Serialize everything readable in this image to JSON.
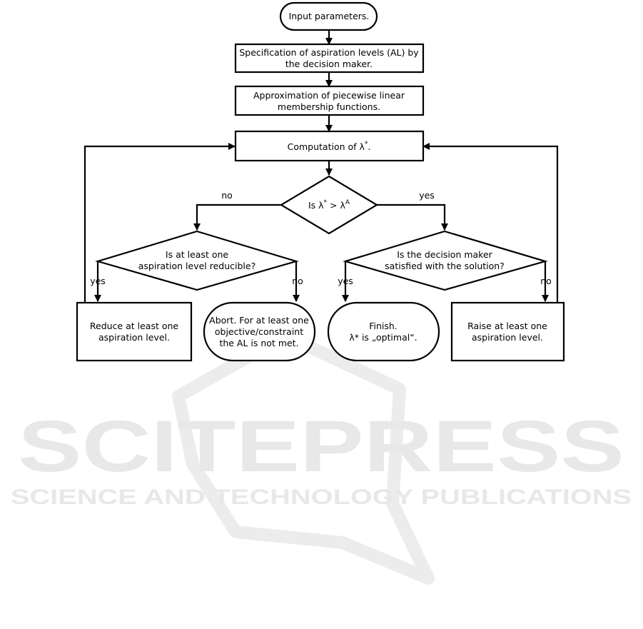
{
  "watermark": {
    "brand": "SCITEPRESS",
    "tagline": "SCIENCE AND TECHNOLOGY PUBLICATIONS"
  },
  "flowchart": {
    "start": "Input parameters.",
    "step_specify": [
      "Specification of aspiration levels (AL) by",
      "the decision maker."
    ],
    "step_approx": [
      "Approximation of piecewise linear",
      "membership functions."
    ],
    "step_compute": "Computation of λ",
    "step_compute_sup": "*",
    "step_compute_end": ".",
    "decision_main": {
      "prefix": "Is λ",
      "sup1": "*",
      "middle": " > λ",
      "sup2": "A"
    },
    "decision_left": [
      "Is at least one",
      "aspiration level reducible?"
    ],
    "decision_right": [
      "Is the decision maker",
      "satisfied with the solution?"
    ],
    "box_reduce": [
      "Reduce at least one",
      "aspiration level."
    ],
    "terminal_abort": [
      "Abort. For at least one",
      "objective/constraint",
      "the AL is not met."
    ],
    "terminal_finish": [
      "Finish.",
      "λ* is „optimal“."
    ],
    "box_raise": [
      "Raise at least one",
      "aspiration level."
    ],
    "labels": {
      "main_no": "no",
      "main_yes": "yes",
      "left_yes": "yes",
      "left_no": "no",
      "right_yes": "yes",
      "right_no": "no"
    }
  }
}
